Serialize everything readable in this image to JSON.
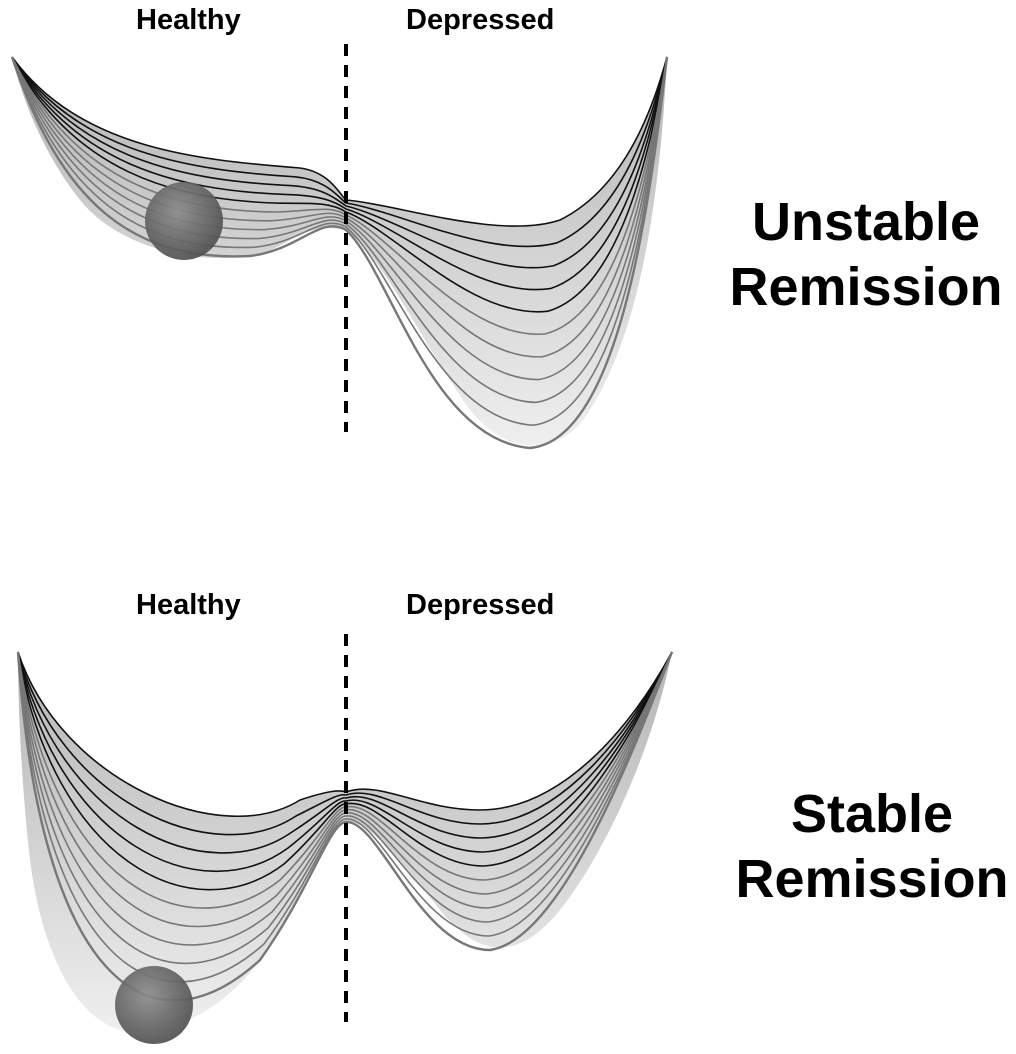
{
  "panels": [
    {
      "left_label": "Healthy",
      "right_label": "Depressed",
      "caption_line1": "Unstable",
      "caption_line2": "Remission"
    },
    {
      "left_label": "Healthy",
      "right_label": "Depressed",
      "caption_line1": "Stable",
      "caption_line2": "Remission"
    }
  ],
  "colors": {
    "surface_fill": "#d4d4d4",
    "contour_dark": "#000000",
    "contour_light": "#9a9a9a",
    "ball": "#6b6b6b",
    "divider": "#000000"
  }
}
